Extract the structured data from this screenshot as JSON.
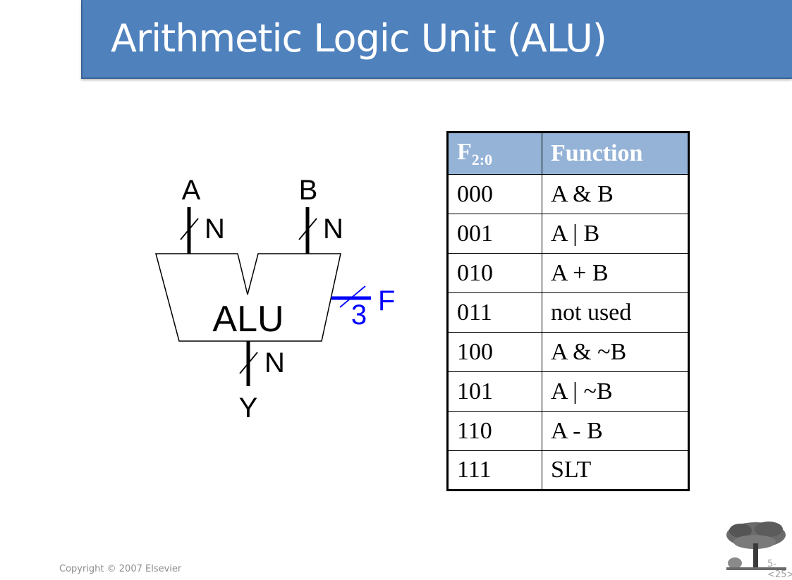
{
  "slide": {
    "title": "Arithmetic Logic Unit (ALU)",
    "copyright": "Copyright © 2007 Elsevier",
    "slide_number": "5-<25>"
  },
  "alu_diagram": {
    "block_label": "ALU",
    "input_a": "A",
    "input_b": "B",
    "output_y": "Y",
    "bus_width_a": "N",
    "bus_width_b": "N",
    "bus_width_y": "N",
    "control_label": "F",
    "control_width": "3",
    "control_color": "#0000ff",
    "wire_color": "#000000"
  },
  "function_table": {
    "header_code": "F",
    "header_code_subscript": "2:0",
    "header_function": "Function",
    "header_bg": "#95b3d7",
    "rows": [
      {
        "code": "000",
        "function": "A & B"
      },
      {
        "code": "001",
        "function": "A | B"
      },
      {
        "code": "010",
        "function": "A + B"
      },
      {
        "code": "011",
        "function": "not used"
      },
      {
        "code": "100",
        "function": "A & ~B"
      },
      {
        "code": "101",
        "function": "A | ~B"
      },
      {
        "code": "110",
        "function": "A - B"
      },
      {
        "code": "111",
        "function": "SLT"
      }
    ]
  },
  "theme": {
    "title_bar_color": "#4f81bd",
    "title_text_color": "#ffffff"
  }
}
